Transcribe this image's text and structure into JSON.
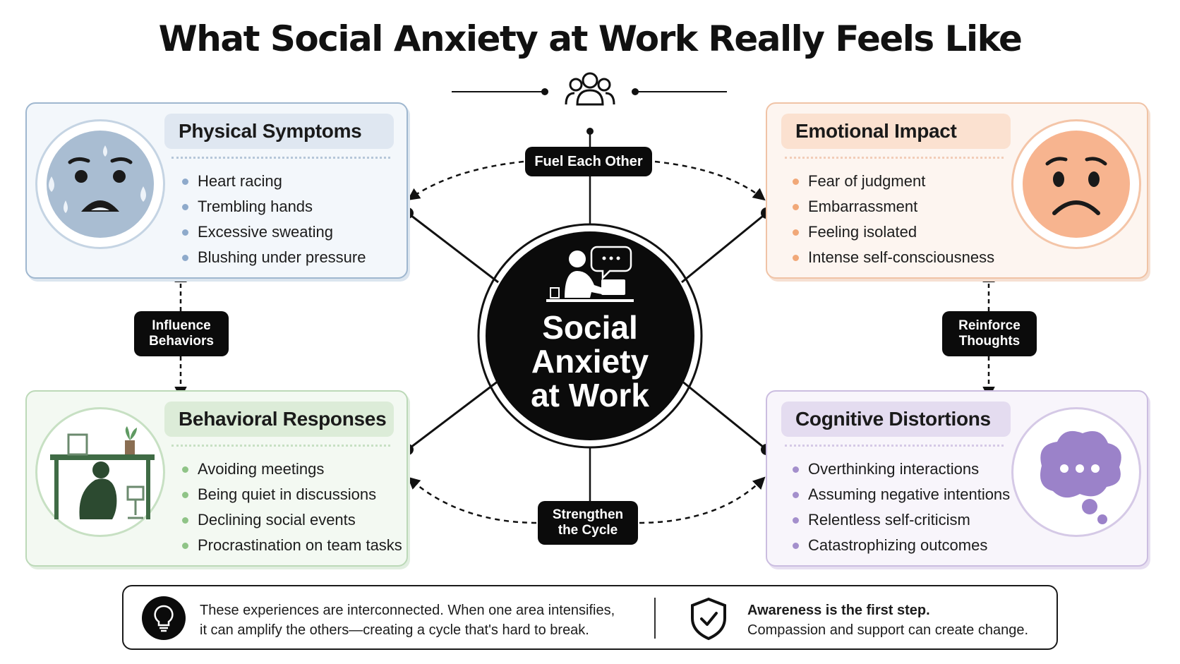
{
  "title": "What Social Anxiety at Work Really Feels Like",
  "center": {
    "label": "Social\nAnxiety\nat Work"
  },
  "cards": {
    "physical": {
      "title": "Physical Symptoms",
      "items": [
        "Heart racing",
        "Trembling hands",
        "Excessive sweating",
        "Blushing under pressure"
      ],
      "illustration": "sweating-anxious-face-icon"
    },
    "emotional": {
      "title": "Emotional Impact",
      "items": [
        "Fear of judgment",
        "Embarrassment",
        "Feeling isolated",
        "Intense self-consciousness"
      ],
      "illustration": "sad-face-icon"
    },
    "behavioral": {
      "title": "Behavioral Responses",
      "items": [
        "Avoiding meetings",
        "Being quiet in discussions",
        "Declining social events",
        "Procrastination on team tasks"
      ],
      "illustration": "person-hiding-under-desk-icon"
    },
    "cognitive": {
      "title": "Cognitive Distortions",
      "items": [
        "Overthinking interactions",
        "Assuming negative intentions",
        "Relentless self-criticism",
        "Catastrophizing outcomes"
      ],
      "illustration": "thought-bubble-icon"
    }
  },
  "connectors": {
    "top": "Fuel Each Other",
    "bottom": "Strengthen\nthe Cycle",
    "left": "Influence\nBehaviors",
    "right": "Reinforce\nThoughts"
  },
  "footer": {
    "left_text_line1": "These experiences are interconnected. When one area intensifies,",
    "left_text_line2": "it can amplify the others—creating a cycle that's hard to break.",
    "right_heading": "Awareness is the first step.",
    "right_text": "Compassion and support can create change."
  },
  "colors": {
    "physical": "#9fb7cf",
    "emotional": "#f0c3a6",
    "behavioral": "#bcd9b8",
    "cognitive": "#cbbde0",
    "dark": "#0b0b0b"
  }
}
